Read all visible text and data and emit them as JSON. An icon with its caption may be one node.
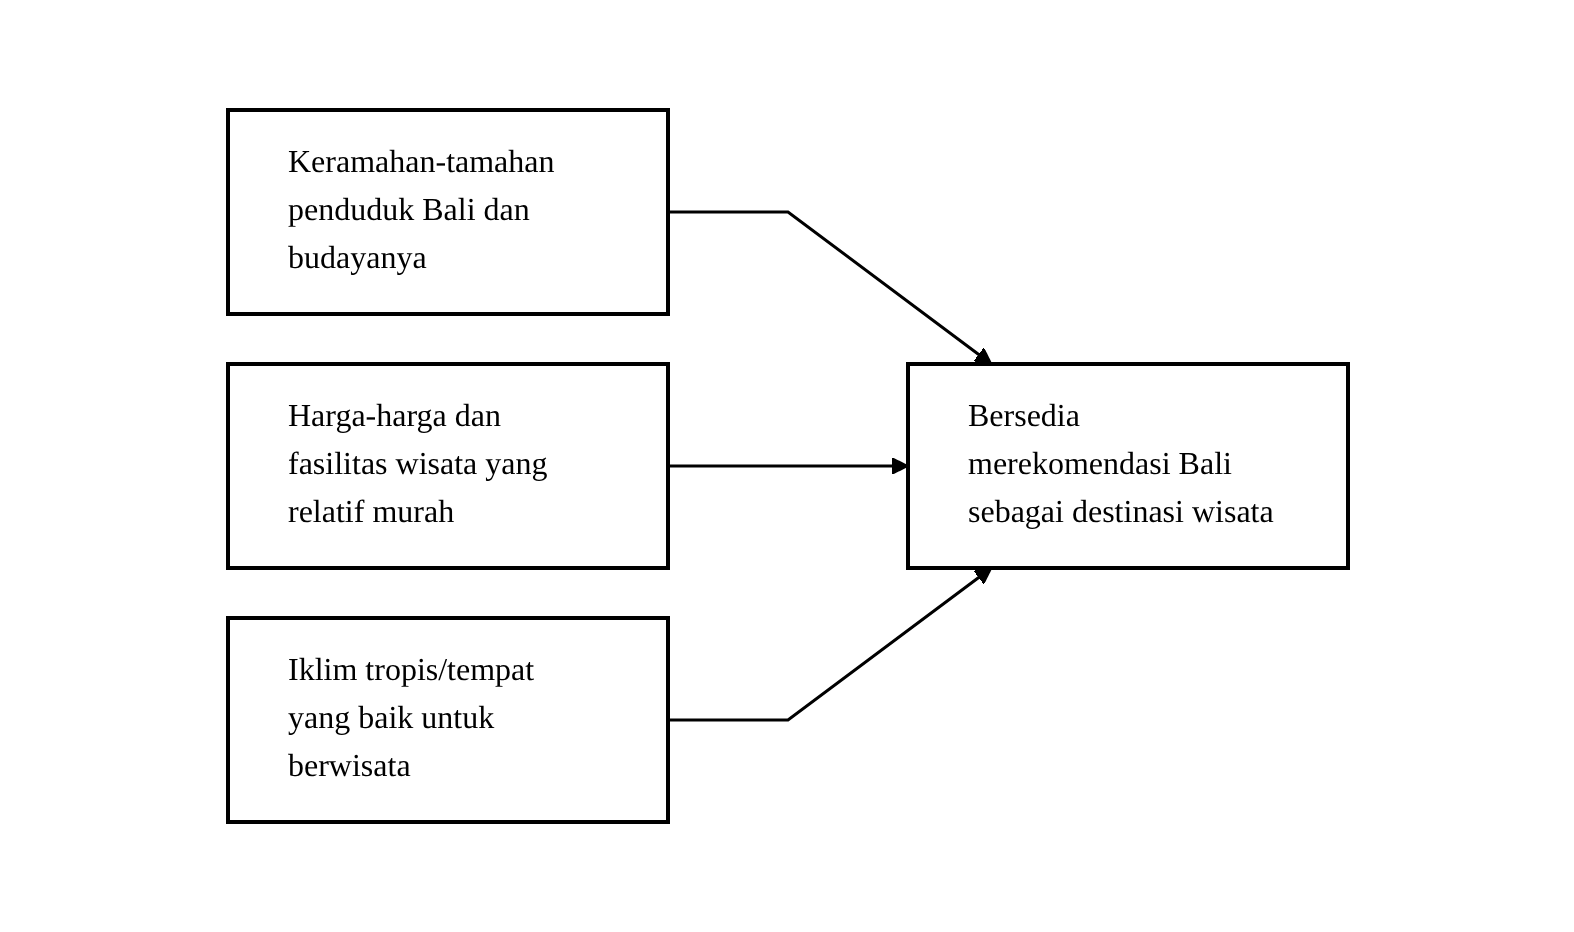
{
  "diagram": {
    "nodes": [
      {
        "text": [
          "Keramahan-tamahan penduduk Bali dan budayanya"
        ]
      },
      {
        "text": [
          "Harga-harga dan fasilitas wisata yang relatif murah"
        ]
      },
      {
        "text": [
          "Iklim tropis/tempat yang baik untuk berwisata"
        ]
      },
      {
        "text": [
          "Bersedia merekomendasi Bali sebagai destinasi wisata"
        ]
      }
    ],
    "edges": [
      {
        "from": 0,
        "to": 3,
        "arrow": "to"
      },
      {
        "from": 1,
        "to": 3,
        "arrow": "to"
      },
      {
        "from": 2,
        "to": 3,
        "arrow": "to"
      }
    ]
  }
}
